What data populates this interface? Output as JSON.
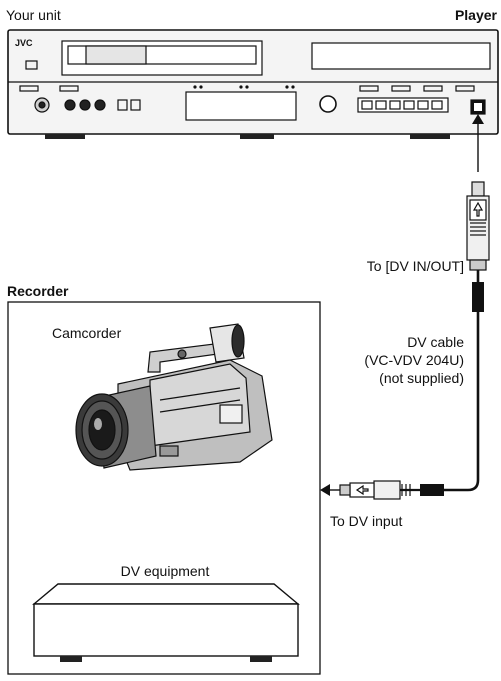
{
  "labels": {
    "your_unit": "Your unit",
    "player": "Player",
    "brand": "JVC",
    "to_dv_in_out": "To [DV IN/OUT]",
    "recorder": "Recorder",
    "camcorder": "Camcorder",
    "dv_cable_line1": "DV cable",
    "dv_cable_line2": "(VC-VDV 204U)",
    "dv_cable_line3": "(not supplied)",
    "to_dv_input": "To DV input",
    "dv_equipment": "DV equipment"
  },
  "icons": {
    "player_unit": "vcr-dvd-unit-illustration",
    "connector_top": "dv-plug-icon",
    "connector_side": "dv-plug-icon",
    "camcorder": "camcorder-illustration",
    "dv_equipment": "dv-equipment-box-illustration",
    "cable": "cable-line"
  },
  "colors": {
    "line": "#111111",
    "panel_fill": "#f4f4f4",
    "panel_gray": "#d8d8d8",
    "dark": "#222222",
    "background": "#ffffff"
  }
}
